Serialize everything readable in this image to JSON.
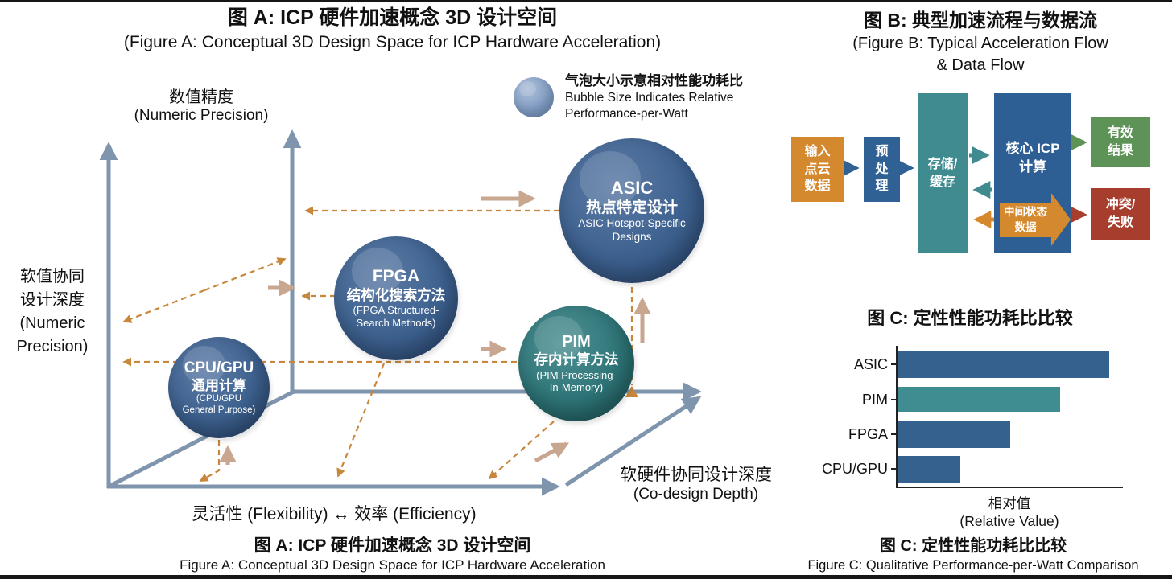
{
  "figure_a": {
    "title_zh": "图 A: ICP 硬件加速概念 3D 设计空间",
    "title_en": "(Figure A: Conceptual 3D Design Space for ICP Hardware Acceleration)",
    "caption_zh": "图 A: ICP 硬件加速概念 3D 设计空间",
    "caption_en": "Figure A: Conceptual 3D Design Space for ICP Hardware Acceleration",
    "legend": {
      "zh": "气泡大小示意相对性能功耗比",
      "en1": "Bubble Size Indicates Relative",
      "en2": "Performance-per-Watt"
    },
    "axes": {
      "y_zh": "数值精度",
      "y_en": "(Numeric Precision)",
      "left1": "软值协同",
      "left2": "设计深度",
      "left3": "(Numeric",
      "left4": "Precision)",
      "x": "灵活性 (Flexibility) ↔ 效率 (Efficiency)",
      "depth_zh": "软硬件协同设计深度",
      "depth_en": "(Co-design Depth)"
    },
    "bubbles": {
      "cpu": {
        "l1": "CPU/GPU",
        "l2": "通用计算",
        "l3": "(CPU/GPU",
        "l4": "General Purpose)"
      },
      "fpga": {
        "l1": "FPGA",
        "l2": "结构化搜索方法",
        "l3": "(FPGA Structured-",
        "l4": "Search Methods)"
      },
      "pim": {
        "l1": "PIM",
        "l2": "存内计算方法",
        "l3": "(PIM Processing-",
        "l4": "In-Memory)"
      },
      "asic": {
        "l1": "ASIC",
        "l2": "热点特定设计",
        "l3": "ASIC Hotspot-Specific",
        "l4": "Designs"
      }
    }
  },
  "figure_b": {
    "title_zh": "图 B: 典型加速流程与数据流",
    "title_en1": "(Figure B: Typical Acceleration Flow",
    "title_en2": "& Data Flow",
    "nodes": {
      "input": "输入点云数据",
      "pre": "预处理",
      "storage": "存储/缓存",
      "core": "核心 ICP 计算",
      "result": "有效结果",
      "fail": "冲突/失败",
      "mid": "中间状态数据"
    }
  },
  "figure_c": {
    "title": "图 C: 定性性能功耗比比较",
    "caption_zh": "图 C: 定性性能功耗比比较",
    "caption_en": "Figure C: Qualitative Performance-per-Watt Comparison",
    "xlabel_zh": "相对值",
    "xlabel_en": "(Relative Value)"
  },
  "chart_data": {
    "type": "bar",
    "orientation": "horizontal",
    "title": "图 C: 定性性能功耗比比较",
    "categories": [
      "ASIC",
      "PIM",
      "FPGA",
      "CPU/GPU"
    ],
    "values": [
      94,
      72,
      50,
      28
    ],
    "values_note": "qualitative relative performance-per-watt, percent of axis length",
    "colors": [
      "#35618f",
      "#3f8d91",
      "#35618f",
      "#35618f"
    ],
    "xlabel": "相对值 (Relative Value)",
    "ylabel": "",
    "xlim": [
      0,
      100
    ],
    "grid": false,
    "legend_position": "none"
  },
  "colors": {
    "bubble_blue": "#3c5f8f",
    "bubble_teal": "#2e7578",
    "bubble_legend": "#7f9cc4",
    "axis_steel": "#7e95ad",
    "dashed_orange": "#c8873b",
    "tan_arrow": "#c9a690",
    "flow_orange": "#d5892f",
    "flow_blue": "#2f6195",
    "flow_teal": "#3f8b90",
    "flow_core": "#2d5e94",
    "flow_green": "#5d9357",
    "flow_red": "#a73d2c"
  }
}
